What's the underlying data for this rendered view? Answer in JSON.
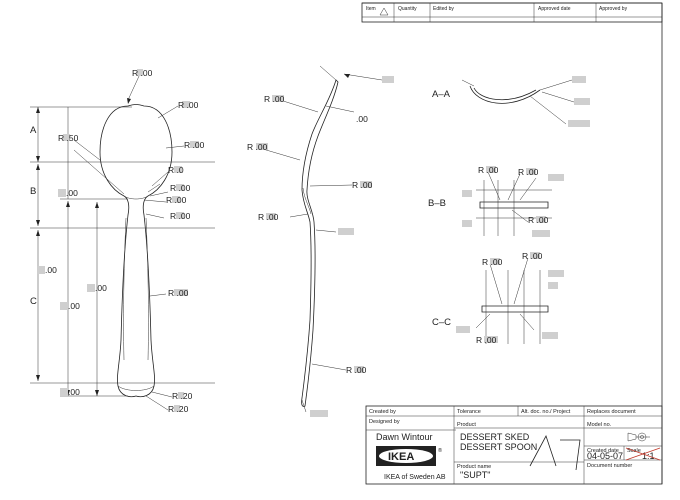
{
  "header": {
    "item": "Item",
    "quantity": "Quantity",
    "edited_by": "Edited by",
    "approved_date_1": "Approved date",
    "approved_by": "Approved by"
  },
  "front_view": {
    "labels": {
      "r_top": "R .00",
      "r_bowl_right": "R .00",
      "r_150": "R .50",
      "r_bowl_side": "R .00",
      "r_neck1": "R .0",
      "r_neck2": "R .00",
      "r_neck3": "R .00",
      "r_neck4": "R .00",
      "r_handle": "R .00",
      "r_tip1": "R .20",
      "r_tip2": "R .20",
      "d_upper": ".00",
      "d_total": ".00",
      "d_mid": ".00",
      "d_lower": ".00",
      "d_long": ".00",
      "sec_a": "A",
      "sec_b": "B",
      "sec_c": "C"
    }
  },
  "side_view": {
    "labels": {
      "r_top": "R .00",
      "r_bend": "R .00",
      "r_neck": "R .00",
      "r_low": "R .00",
      "r_tail": "R .00",
      "angle": ".00"
    }
  },
  "sections": {
    "aa": "A–A",
    "bb": "B–B",
    "cc": "C–C",
    "bb_r1": "R .00",
    "bb_r2": "R .00",
    "bb_r3": "R .00",
    "cc_r1": "R .00",
    "cc_r2": "R .00",
    "cc_r3": "R .00"
  },
  "title_block": {
    "created_by": "Created by",
    "tolerance": "Tolerance",
    "alt_doc": "Alt. doc. no./ Project",
    "replaces": "Replaces document",
    "designed_by_label": "Designed by",
    "designer": "Dawn Wintour",
    "product_label": "Product",
    "product_line1": "DESSERT SKED",
    "product_line2": "DESSERT SPOON",
    "model_label": "Model no.",
    "created_date_label": "Created date",
    "created_date": "04-05-07",
    "scale_label": "Scale",
    "scale_value": "1:1",
    "product_name_label": "Product name",
    "product_name": "\"SUPT\"",
    "document_number": "Document number",
    "logo": "IKEA",
    "company": "IKEA of Sweden AB"
  }
}
